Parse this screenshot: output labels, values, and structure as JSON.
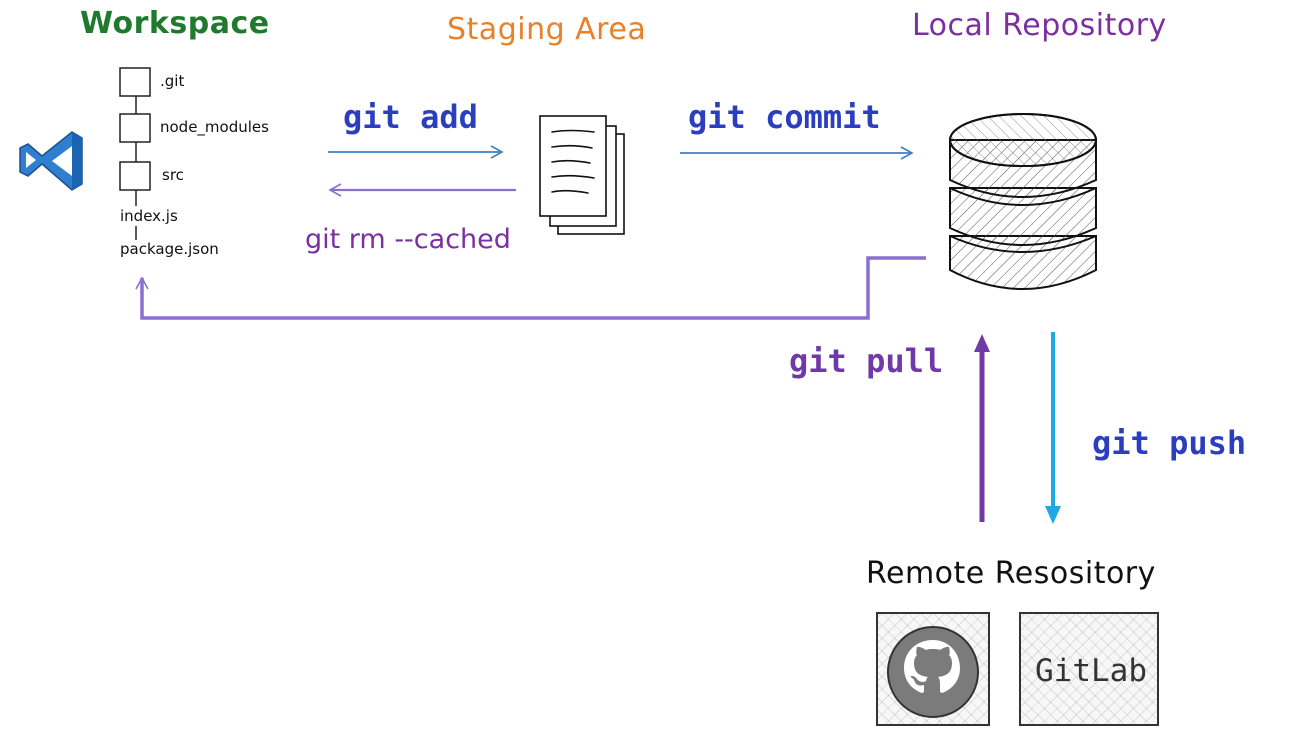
{
  "sections": {
    "workspace": "Workspace",
    "staging": "Staging Area",
    "local": "Local Repository",
    "remote": "Remote Resository"
  },
  "workspace_tree": [
    ".git",
    "node_modules",
    "src",
    "index.js",
    "package.json"
  ],
  "commands": {
    "git_add": "git add",
    "git_commit": "git commit",
    "git_rm_cached": "git rm --cached",
    "git_pull": "git pull",
    "git_push": "git push"
  },
  "remote_providers": {
    "gitlab": "GitLab",
    "github_icon": "github-octocat-icon"
  },
  "icons": {
    "editor": "vscode-logo-icon",
    "staging": "document-stack-icon",
    "local": "database-icon"
  },
  "colors": {
    "workspace": "#1f7a2e",
    "staging": "#e8812a",
    "local": "#7b2fa0",
    "command_blue": "#2b3fbe",
    "rm_purple": "#7b2fa0",
    "arrow_blue": "#3d7fc4",
    "arrow_purple": "#8a6fd1",
    "pull_purple": "#6f3aa8",
    "push_cyan": "#1ea8e6"
  }
}
